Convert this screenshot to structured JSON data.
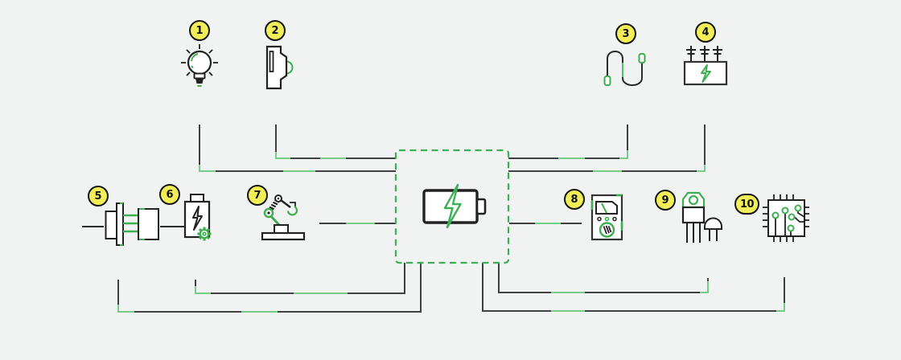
{
  "diagram": {
    "type": "hub-and-spoke energy diagram",
    "background": "#f1f2f2",
    "colors": {
      "wire_dark": "#404040",
      "wire_green": "#76cc88",
      "accent_green": "#3daf4e",
      "hub_green": "#3cb054",
      "badge_yellow": "#f2ee58",
      "badge_border": "#151515",
      "icon_stroke": "#222222",
      "icon_fill": "#ffffff"
    },
    "hub": {
      "icon": "battery-charging-icon",
      "frame": "dashed-green-box"
    },
    "nodes": [
      {
        "label": "1",
        "icon": "light-bulb-icon"
      },
      {
        "label": "2",
        "icon": "wall-socket-icon"
      },
      {
        "label": "3",
        "icon": "power-cable-icon"
      },
      {
        "label": "4",
        "icon": "power-supply-icon"
      },
      {
        "label": "5",
        "icon": "plug-connector-icon"
      },
      {
        "label": "6",
        "icon": "battery-gear-icon"
      },
      {
        "label": "7",
        "icon": "robot-arm-icon"
      },
      {
        "label": "8",
        "icon": "multimeter-icon"
      },
      {
        "label": "9",
        "icon": "transistors-icon"
      },
      {
        "label": "10",
        "icon": "circuit-board-icon"
      }
    ]
  }
}
